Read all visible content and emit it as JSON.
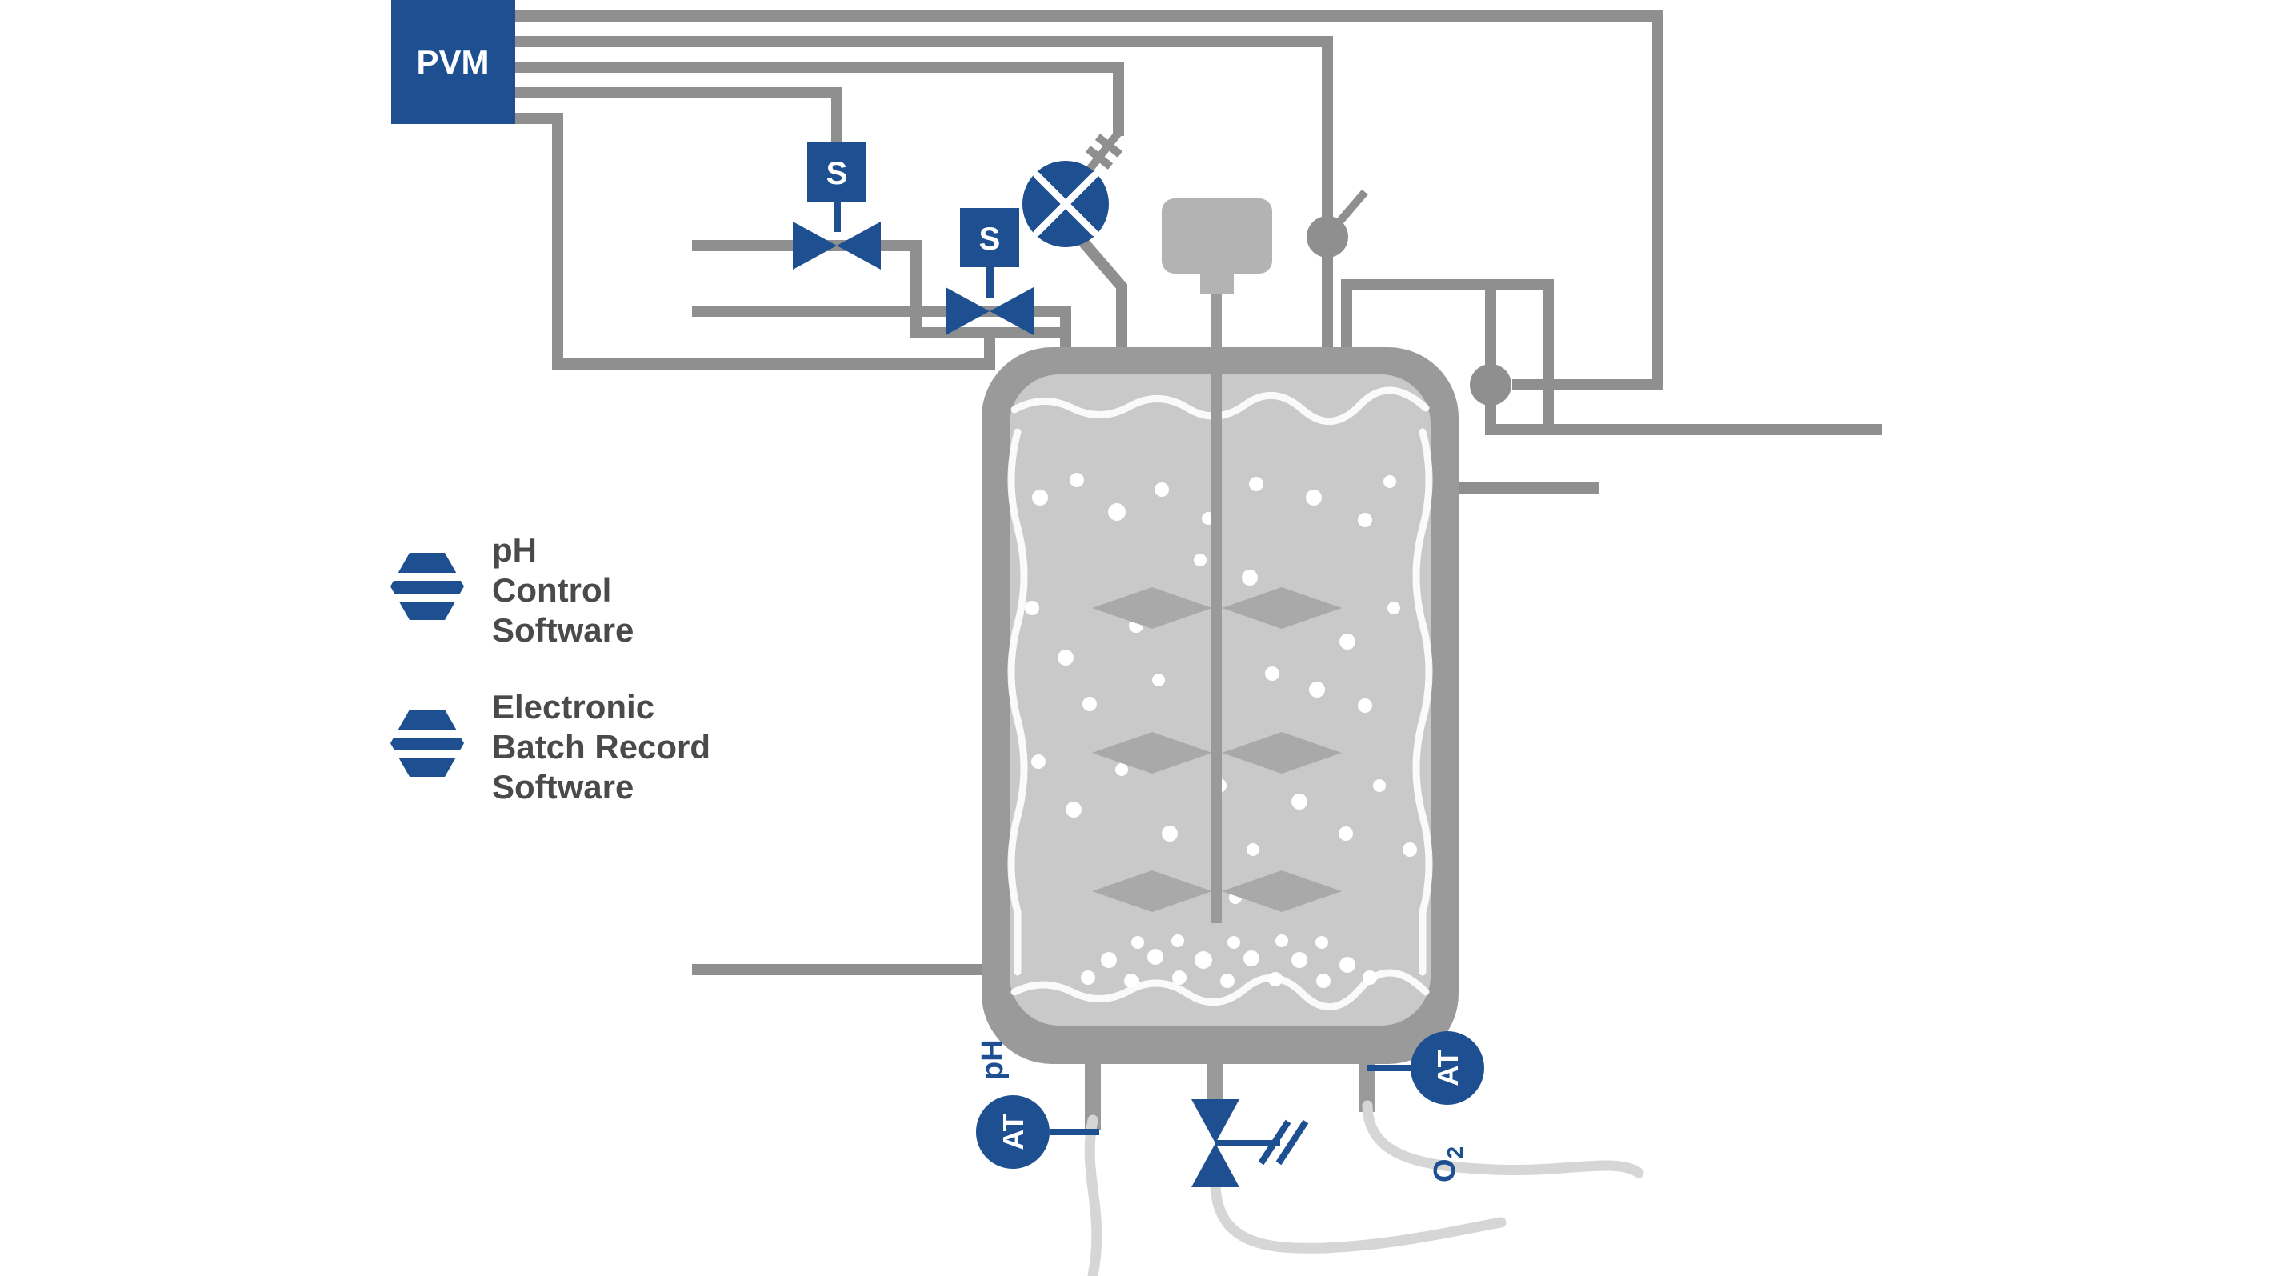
{
  "pvm": {
    "label": "PVM"
  },
  "solenoid": {
    "label": "S"
  },
  "legend": {
    "items": [
      {
        "line1": "pH",
        "line2": "Control",
        "line3": "Software"
      },
      {
        "line1": "Electronic",
        "line2": "Batch Record",
        "line3": "Software"
      }
    ]
  },
  "analyzers": {
    "ph": {
      "label": "AT",
      "tag": "pH"
    },
    "o2": {
      "label": "AT",
      "tag_main": "O",
      "tag_sub": "2"
    }
  },
  "colors": {
    "brand_blue": "#1d4f91",
    "pipe_gray": "#8f8f8f",
    "tank_wall": "#9a9a9a",
    "liquid": "#c9c9c9",
    "motor_gray": "#b3b3b3",
    "light_tube": "#d6d6d6",
    "label_text": "#4a4a4a"
  }
}
